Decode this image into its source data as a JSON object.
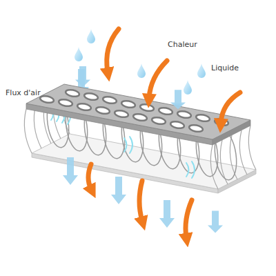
{
  "diagram": {
    "labels": [
      "Chaleur",
      "Liquide",
      "Flux d'air"
    ]
  }
}
